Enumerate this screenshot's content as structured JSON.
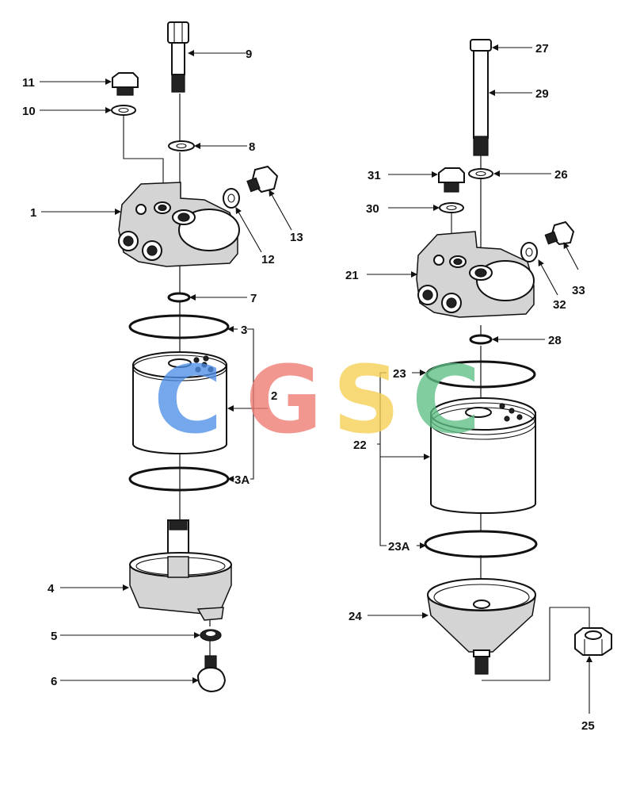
{
  "labels": {
    "p1": "1",
    "p2": "2",
    "p3": "3",
    "p3a": "3A",
    "p4": "4",
    "p5": "5",
    "p6": "6",
    "p7": "7",
    "p8": "8",
    "p9": "9",
    "p10": "10",
    "p11": "11",
    "p12": "12",
    "p13": "13",
    "p21": "21",
    "p22": "22",
    "p23": "23",
    "p23a": "23A",
    "p24": "24",
    "p25": "25",
    "p26": "26",
    "p27": "27",
    "p28": "28",
    "p29": "29",
    "p30": "30",
    "p31": "31",
    "p32": "32",
    "p33": "33"
  },
  "watermark": {
    "letters": [
      "C",
      "G",
      "S",
      "C"
    ],
    "colors": [
      "#4f8fe8",
      "#ee7b72",
      "#f6cf52",
      "#5fbf86"
    ]
  }
}
